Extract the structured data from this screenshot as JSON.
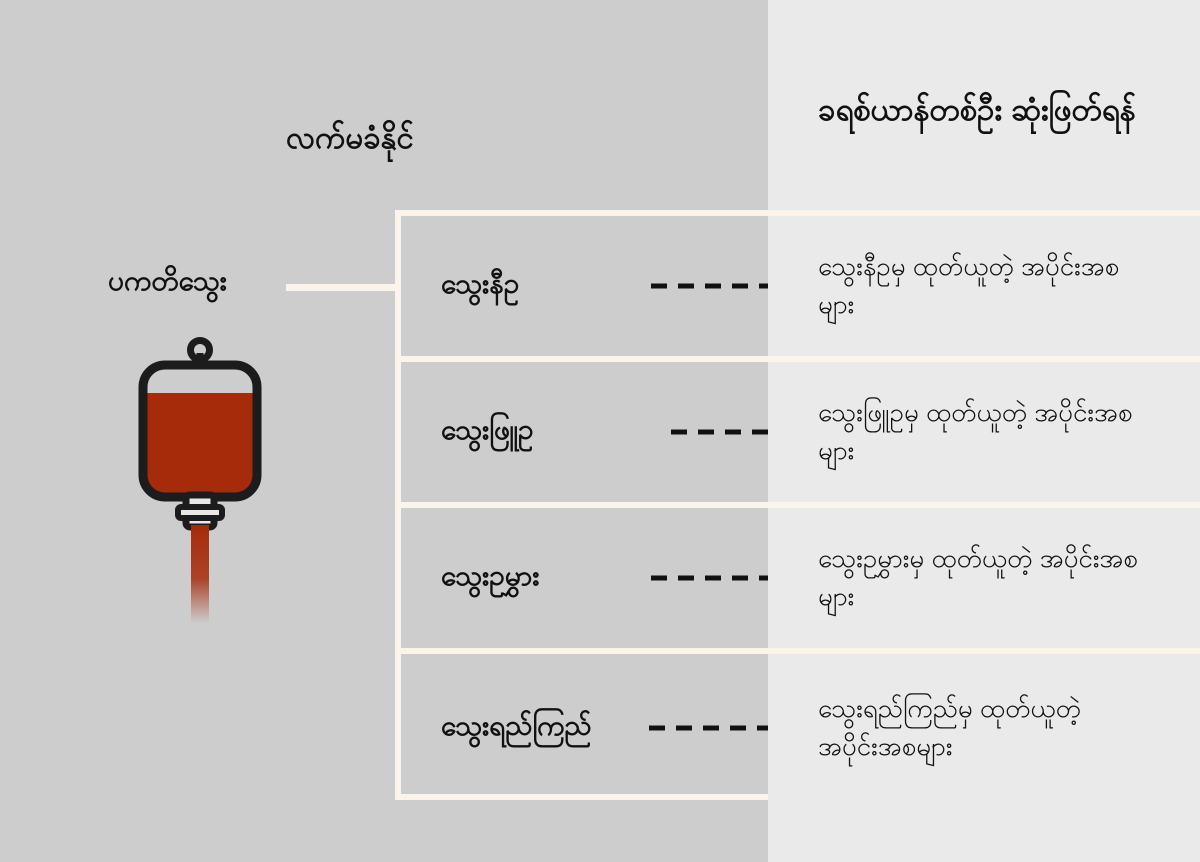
{
  "headings": {
    "left": "လက်မခံနိုင်",
    "right": "ခရစ်ယာန်တစ်ဦး ဆုံးဖြတ်ရန်"
  },
  "source": {
    "label": "ပကတိသွေး",
    "icon": "blood-bag-icon"
  },
  "colors": {
    "left_background": "#cdcdcd",
    "right_background": "#eaeaea",
    "border": "#faf4eb",
    "blood": "#a62b0b",
    "outline": "#1c1c1c",
    "text": "#111111"
  },
  "rows": [
    {
      "component": "သွေးနီဥ",
      "fractions": "သွေးနီဥမှ ထုတ်ယူတဲ့ အပိုင်းအစများ",
      "connector": "dashed-line"
    },
    {
      "component": "သွေးဖြူဥ",
      "fractions": "သွေးဖြူဥမှ ထုတ်ယူတဲ့ အပိုင်းအစများ",
      "connector": "dashed-line"
    },
    {
      "component": "သွေးဥမွှား",
      "fractions": "သွေးဥမွှားမှ ထုတ်ယူတဲ့ အပိုင်းအစများ",
      "connector": "dashed-line"
    },
    {
      "component": "သွေးရည်ကြည်",
      "fractions": "သွေးရည်ကြည်မှ ထုတ်ယူတဲ့ အပိုင်းအစများ",
      "connector": "dashed-line"
    }
  ]
}
